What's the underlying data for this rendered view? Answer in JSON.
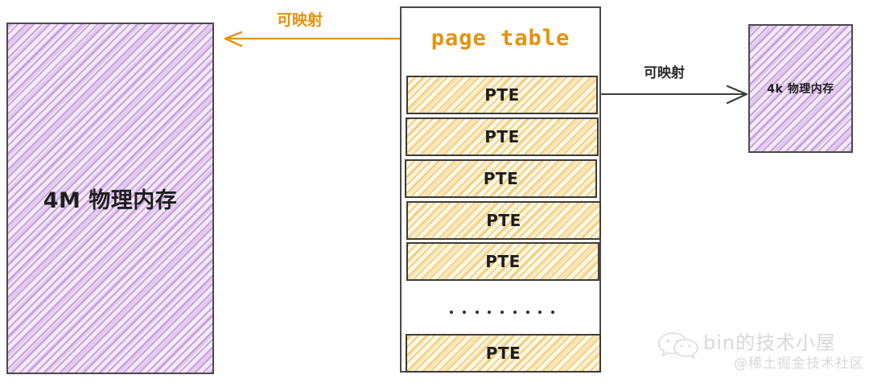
{
  "diagram": {
    "title_block": {
      "label": "page table",
      "color": "#e8900c"
    },
    "left_memory": {
      "label": "4M  物理内存",
      "fill_color": "#f3eaf8",
      "hatch_color": "#ba82d6"
    },
    "right_memory": {
      "label": "4k  物理内存",
      "fill_color": "#f3eaf8",
      "hatch_color": "#ba82d6"
    },
    "arrows": [
      {
        "name": "page-table-to-4m",
        "label": "可映射",
        "color": "#e8900c",
        "direction": "left"
      },
      {
        "name": "pte-to-4k",
        "label": "可映射",
        "color": "#2b2b2b",
        "direction": "right"
      }
    ],
    "pte_entries": [
      {
        "label": "PTE"
      },
      {
        "label": "PTE"
      },
      {
        "label": "PTE"
      },
      {
        "label": "PTE"
      },
      {
        "label": "PTE"
      },
      {
        "label": "PTE"
      }
    ],
    "ellipsis_dot_count": 9,
    "pte_fill_color": "#fdf7e6",
    "pte_hatch_color": "#ebb946"
  },
  "watermark": {
    "line1": "bin的技术小屋",
    "line2": "@稀土掘金技术社区",
    "icon": "wechat-icon"
  }
}
